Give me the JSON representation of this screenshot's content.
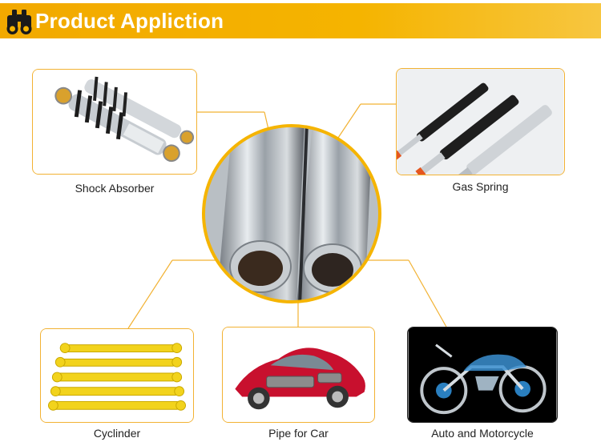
{
  "header": {
    "title": "Product Appliction",
    "icon": "binoculars-icon",
    "background": "#f5b400"
  },
  "accent_color": "#f2b233",
  "products": [
    {
      "caption": "Shock Absorber"
    },
    {
      "caption": "Gas Spring"
    },
    {
      "caption": "Cyclinder"
    },
    {
      "caption": "Pipe for Car"
    },
    {
      "caption": "Auto and Motorcycle"
    }
  ]
}
